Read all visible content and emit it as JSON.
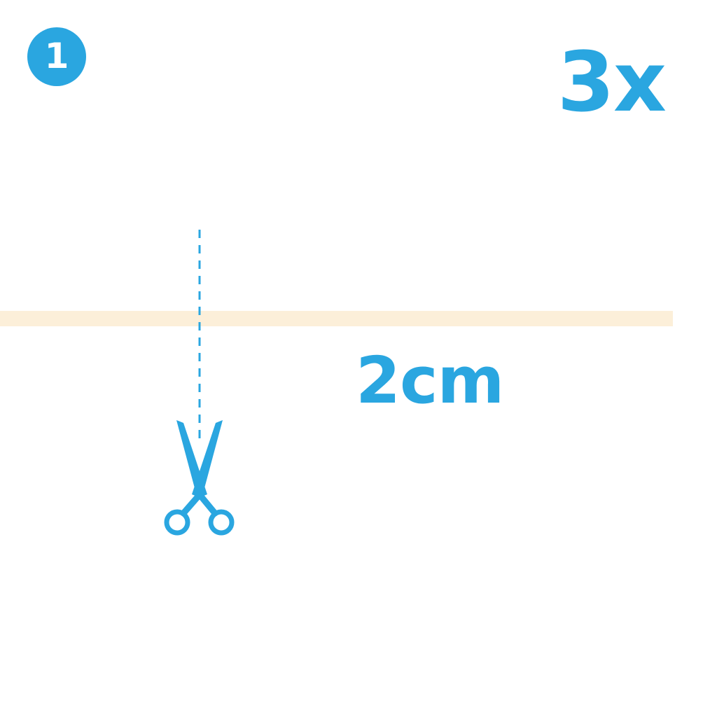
{
  "step": {
    "number": "1"
  },
  "multiplier": "3x",
  "measurement": "2cm",
  "colors": {
    "accent": "#2aa6e0",
    "strip": "#fcefd9",
    "background": "#ffffff"
  },
  "icons": [
    "scissors-icon"
  ]
}
